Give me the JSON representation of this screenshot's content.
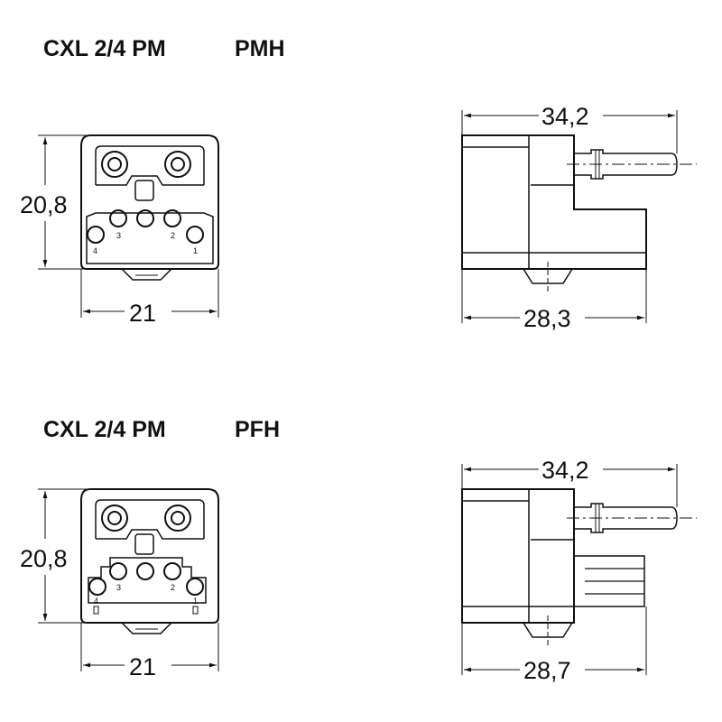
{
  "sections": [
    {
      "model": "CXL 2/4 PM",
      "variant": "PMH",
      "front_height": "20,8",
      "front_width": "21",
      "side_length": "34,2",
      "side_base": "28,3",
      "pin_numbers": [
        "4",
        "3",
        "2",
        "1"
      ]
    },
    {
      "model": "CXL 2/4 PM",
      "variant": "PFH",
      "front_height": "20,8",
      "front_width": "21",
      "side_length": "34,2",
      "side_base": "28,7",
      "pin_numbers": [
        "4",
        "3",
        "2",
        "1"
      ]
    }
  ]
}
